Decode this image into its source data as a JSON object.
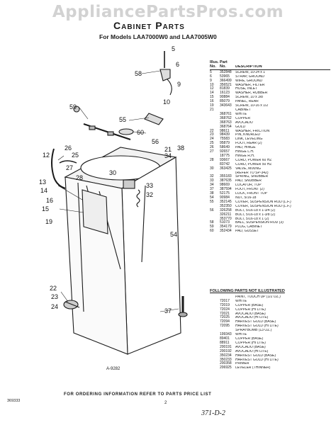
{
  "watermark": "AppliancePartsPros.com",
  "title": "Cabinet Parts",
  "subtitle": "For Models LAA7000W0 and LAA7005W0",
  "figure_ref": "A-9282",
  "parts_header": {
    "top": "Illus. Part",
    "no": "No.",
    "part": "No.",
    "desc": "DESCRIPTION"
  },
  "parts": [
    {
      "i": "5",
      "p": "352848",
      "d": "SCREW, 10-24 x 1"
    },
    {
      "i": "6",
      "p": "53965",
      "d": "STRAP, GROUND"
    },
    {
      "i": "9",
      "d2": "",
      "p": "366499",
      "d": "WIRE, GROUND"
    },
    {
      "i": "10",
      "p": "356521",
      "d": "WASHER, FILTER"
    },
    {
      "i": "12",
      "p": "81839",
      "d": "HOSE, INLET"
    },
    {
      "i": "14",
      "p": "16123",
      "d": "WASHER, RUBBER"
    },
    {
      "i": "15",
      "p": "90884",
      "d": "SCREW, 10 x 3/8"
    },
    {
      "i": "16",
      "p": "85079",
      "d": "PANEL, REAR"
    },
    {
      "i": "19",
      "p": "343643",
      "d": "SCREW, 10-16 x 1/2"
    },
    {
      "i": "21",
      "p": "",
      "d": "CABINET"
    },
    {
      "i": "",
      "p": "368761",
      "d": "WHITE"
    },
    {
      "i": "",
      "p": "368762",
      "d": "COPPER"
    },
    {
      "i": "",
      "p": "368763",
      "d": "AVOCADO"
    },
    {
      "i": "",
      "p": "368764",
      "d": "GOLD"
    },
    {
      "i": "22",
      "p": "98611",
      "d": "WASHER, FRICTION"
    },
    {
      "i": "23",
      "p": "98439",
      "d": "PIN, KNURLED"
    },
    {
      "i": "24",
      "p": "75583",
      "d": "LINK, LEVELING"
    },
    {
      "i": "25",
      "p": "95879",
      "d": "FOOT, REAR (2)"
    },
    {
      "i": "26",
      "p": "58649",
      "d": "PAD, HINGE"
    },
    {
      "i": "27",
      "p": "92657",
      "d": "HINGE L.H."
    },
    {
      "i": "",
      "p": "18775",
      "d": "HINGE R.H."
    },
    {
      "i": "28",
      "p": "93667",
      "d": "CORD, POWER 60 HZ"
    },
    {
      "i": "",
      "p": "83742",
      "d": "CORD, POWER 50 HZ"
    },
    {
      "i": "30",
      "p": "363425",
      "d": "VALVE, MIXING"
    },
    {
      "i": "",
      "p": "",
      "d": "(REFER TO SP-342)"
    },
    {
      "i": "32",
      "p": "355183",
      "d": "SPRING, SNUBBER"
    },
    {
      "i": "33",
      "p": "387635",
      "d": "PAD, SNUBBER"
    },
    {
      "i": "34",
      "p": "98669",
      "d": "LOCATOR, TOP"
    },
    {
      "i": "37",
      "p": "387594",
      "d": "FOOT, FRONT (2)"
    },
    {
      "i": "38",
      "p": "52175",
      "d": "LOCK, FRONT TOP"
    },
    {
      "i": "54",
      "p": "90984",
      "d": "NUT, 5/16-18"
    },
    {
      "i": "55",
      "p": "352145",
      "d": "COVER, SUSPENSION ROD (L.F.)"
    },
    {
      "i": "",
      "p": "352350",
      "d": "COVER, SUSPENSION ROD (L.F.)"
    },
    {
      "i": "56",
      "p": "326258",
      "d": "BOLT, 5/16-18 x 1-3/4 (2)"
    },
    {
      "i": "",
      "p": "326211",
      "d": "BOLT, 5/16-18 x 1-3/8 (2)"
    },
    {
      "i": "",
      "p": "353770",
      "d": "BOLT, 5/16-18 x 1 (2)"
    },
    {
      "i": "58",
      "p": "51073",
      "d": "BALL, SUSPENSION ROD (3)"
    },
    {
      "i": "59",
      "p": "354179",
      "d": "PLUG, CABINET"
    },
    {
      "i": "60",
      "p": "352434",
      "d": "PAD, GUSSET"
    }
  ],
  "not_illustrated": {
    "title": "FOLLOWING PARTS NOT ILLUSTRATED",
    "items": [
      {
        "p": "",
        "d": "PAINT, TOUCH UP (1/2 OZ.)"
      },
      {
        "p": "72017",
        "d": "WHITE"
      },
      {
        "p": "72019",
        "d": "COPPER (BASE)"
      },
      {
        "p": "72024",
        "d": "COPPER (HI LITE)"
      },
      {
        "p": "72021",
        "d": "AVOCADO (BASE)"
      },
      {
        "p": "72025",
        "d": "AVOCADO (HI LITE)"
      },
      {
        "p": "72094",
        "d": "HARVEST GOLD (BASE)"
      },
      {
        "p": "72095",
        "d": "HARVEST GOLD (HI LITE)"
      },
      {
        "p": "",
        "d": "SPRAYBOMB (13 OZ.)"
      },
      {
        "p": "199343",
        "d": "WHITE"
      },
      {
        "p": "89401",
        "d": "COPPER (BASE)"
      },
      {
        "p": "88911",
        "d": "COPPER (HI LITE)"
      },
      {
        "p": "200191",
        "d": "AVOCADO (BASE)"
      },
      {
        "p": "200192",
        "d": "AVOCADO (HI LITE)"
      },
      {
        "p": "350234",
        "d": "HARVEST GOLD (BASE)"
      },
      {
        "p": "350233",
        "d": "HARVEST GOLD (HI LITE)"
      },
      {
        "p": "200358",
        "d": "PRIMER"
      },
      {
        "p": "206925",
        "d": "LEVELER (THINNER)"
      }
    ]
  },
  "callouts": [
    "58",
    "5",
    "6",
    "9",
    "10",
    "59",
    "55",
    "60",
    "56",
    "21",
    "38",
    "12",
    "26",
    "25",
    "27",
    "28",
    "34",
    "30",
    "33",
    "32",
    "13",
    "14",
    "16",
    "15",
    "19",
    "54",
    "22",
    "23",
    "24",
    "37"
  ],
  "footer": "FOR ORDERING INFORMATION REFER TO PARTS PRICE LIST",
  "doc_number": "369333",
  "page_number": "2",
  "handwritten": "371-D-2"
}
